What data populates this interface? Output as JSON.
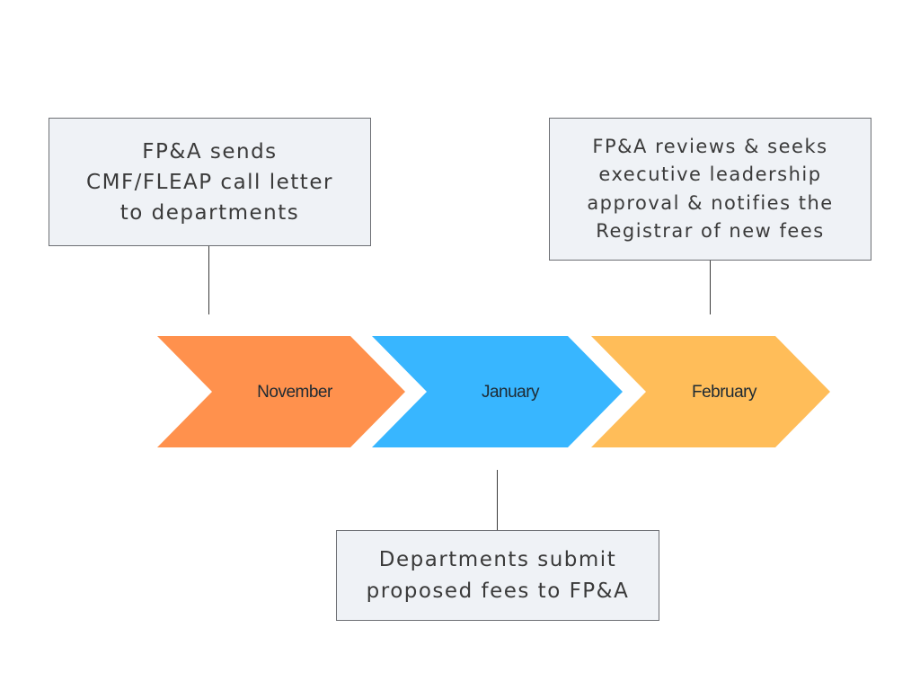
{
  "timeline": {
    "steps": [
      {
        "label": "November",
        "color": "#ff914d"
      },
      {
        "label": "January",
        "color": "#38b6ff"
      },
      {
        "label": "February",
        "color": "#ffbd59"
      }
    ]
  },
  "notes": {
    "november": "FP&A sends\nCMF/FLEAP call letter\nto departments",
    "january": "Departments submit\nproposed fees to FP&A",
    "february": "FP&A reviews & seeks\nexecutive leadership\napproval & notifies the\nRegistrar of new fees"
  },
  "colors": {
    "box_fill": "#eff2f6",
    "box_border": "#6d6f74",
    "connector": "#3a3a3a",
    "text": "#3a3a3a"
  }
}
